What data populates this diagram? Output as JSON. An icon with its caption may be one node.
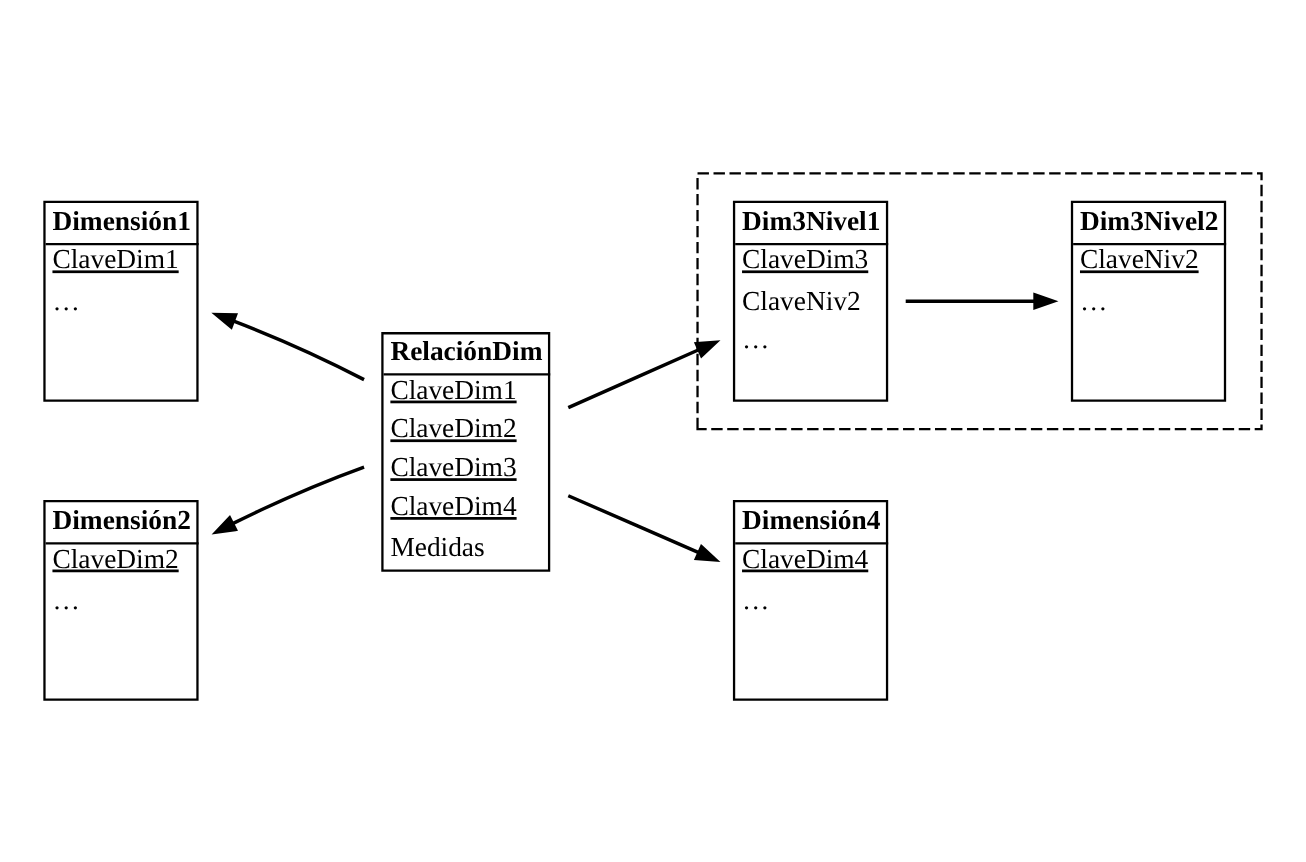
{
  "diagram": {
    "nodes": [
      {
        "text": [],
        "shape": "box"
      },
      {
        "text": [
          "Dim3Nivel2",
          "ClaveNiv2",
          "…"
        ],
        "in": 0
      },
      {
        "text": [
          "Dimensión1",
          "ClaveDim1",
          "…"
        ]
      },
      {
        "text": [
          "Dim3Nivel1",
          "ClaveDim3",
          "ClaveNiv2",
          "…"
        ],
        "in": 0
      },
      {
        "text": [
          "RelaciónDim",
          "ClaveDim1",
          "ClaveDim2",
          "ClaveDim3",
          "ClaveDim4",
          "Medidas"
        ]
      },
      {
        "text": [
          "Dimensión2",
          "ClaveDim2",
          "…"
        ]
      },
      {
        "text": [
          "Dimensión4",
          "ClaveDim4",
          "…"
        ]
      }
    ],
    "edges": [
      {
        "from": 4,
        "to": 2,
        "arrow": "to"
      },
      {
        "from": 4,
        "to": 5,
        "arrow": "to"
      },
      {
        "from": 4,
        "to": 3,
        "arrow": "to"
      },
      {
        "from": 4,
        "to": 6,
        "arrow": "to"
      },
      {
        "from": 3,
        "to": 1,
        "arrow": "to"
      }
    ]
  }
}
